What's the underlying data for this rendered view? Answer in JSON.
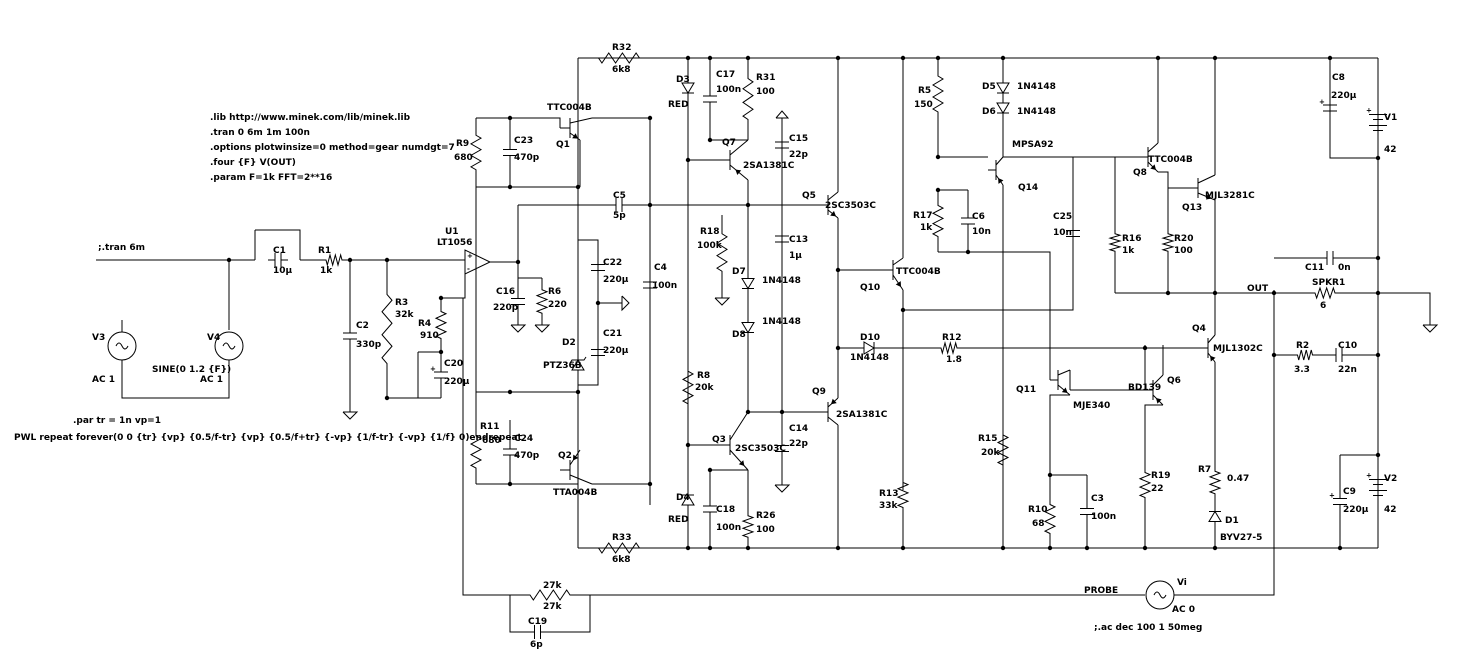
{
  "directives": {
    "lib": ".lib http://www.minek.com/lib/minek.lib",
    "tran": ".tran 0 6m 1m 100n",
    "options": ".options plotwinsize=0 method=gear numdgt=7",
    "four": ".four {F} V(OUT)",
    "param": ".param F=1k FFT=2**16",
    "tran_comment": ";.tran 6m",
    "par_tr": ".par tr = 1n  vp=1",
    "pwl": "PWL repeat forever(0 0 {tr} {vp} {0.5/f-tr} {vp} {0.5/f+tr} {-vp} {1/f-tr} {-vp} {1/f} 0)endrepeat",
    "ac_comment": ";.ac dec 100 1 50meg"
  },
  "nets": {
    "out": "OUT",
    "probe": "PROBE"
  },
  "components": {
    "R32": {
      "ref": "R32",
      "val": "6k8"
    },
    "D3": {
      "ref": "D3",
      "val": "RED"
    },
    "C17": {
      "ref": "C17",
      "val": "100n"
    },
    "R31": {
      "ref": "R31",
      "val": "100"
    },
    "Q1": {
      "ref": "Q1",
      "val": "TTC004B"
    },
    "R9": {
      "ref": "R9",
      "val": "680"
    },
    "C23": {
      "ref": "C23",
      "val": "470p"
    },
    "Q7": {
      "ref": "Q7",
      "val": "2SA1381C"
    },
    "C15": {
      "ref": "C15",
      "val": "22p"
    },
    "C5": {
      "ref": "C5",
      "val": "5p"
    },
    "Q5": {
      "ref": "Q5",
      "val": "2SC3503C"
    },
    "R18": {
      "ref": "R18",
      "val": "100k"
    },
    "C13": {
      "ref": "C13",
      "val": "1µ"
    },
    "D7": {
      "ref": "D7",
      "val": "1N4148"
    },
    "D8": {
      "ref": "D8",
      "val": "1N4148"
    },
    "C22": {
      "ref": "C22",
      "val": "220µ"
    },
    "C21": {
      "ref": "C21",
      "val": "220µ"
    },
    "C4": {
      "ref": "C4",
      "val": "100n"
    },
    "D2": {
      "ref": "D2",
      "val": "PTZ36B"
    },
    "R8": {
      "ref": "R8",
      "val": "20k"
    },
    "Q3": {
      "ref": "Q3",
      "val": "2SC3503C"
    },
    "C14": {
      "ref": "C14",
      "val": "22p"
    },
    "Q9": {
      "ref": "Q9",
      "val": "2SA1381C"
    },
    "Q2": {
      "ref": "Q2",
      "val": "TTA004B"
    },
    "R11": {
      "ref": "R11",
      "val": "680"
    },
    "C24": {
      "ref": "C24",
      "val": "470p"
    },
    "D4": {
      "ref": "D4",
      "val": "RED"
    },
    "C18": {
      "ref": "C18",
      "val": "100n"
    },
    "R26": {
      "ref": "R26",
      "val": "100"
    },
    "R33": {
      "ref": "R33",
      "val": "6k8"
    },
    "U1": {
      "ref": "U1",
      "val": "LT1056"
    },
    "C16": {
      "ref": "C16",
      "val": "220p"
    },
    "R6": {
      "ref": "R6",
      "val": "220"
    },
    "C1": {
      "ref": "C1",
      "val": "10µ"
    },
    "R1": {
      "ref": "R1",
      "val": "1k"
    },
    "R3": {
      "ref": "R3",
      "val": "32k"
    },
    "C2": {
      "ref": "C2",
      "val": "330p"
    },
    "R4": {
      "ref": "R4",
      "val": "910"
    },
    "C20": {
      "ref": "C20",
      "val": "220µ"
    },
    "V3": {
      "ref": "V3",
      "val": "AC 1"
    },
    "V4": {
      "ref": "V4",
      "val": "AC 1",
      "val2": "SINE(0 1.2 {F})"
    },
    "R5": {
      "ref": "R5",
      "val": "150"
    },
    "D5": {
      "ref": "D5",
      "val": "1N4148"
    },
    "D6": {
      "ref": "D6",
      "val": "1N4148"
    },
    "Q14": {
      "ref": "Q14",
      "val": "MPSA92"
    },
    "R17": {
      "ref": "R17",
      "val": "1k"
    },
    "C6": {
      "ref": "C6",
      "val": "10n"
    },
    "C25": {
      "ref": "C25",
      "val": "10n"
    },
    "Q10": {
      "ref": "Q10",
      "val": "TTC004B"
    },
    "D10": {
      "ref": "D10",
      "val": "1N4148"
    },
    "R12": {
      "ref": "R12",
      "val": "1.8"
    },
    "R13": {
      "ref": "R13",
      "val": "33k"
    },
    "R15": {
      "ref": "R15",
      "val": "20k"
    },
    "Q11": {
      "ref": "Q11",
      "val": "MJE340"
    },
    "Q6": {
      "ref": "Q6",
      "val": "BD139"
    },
    "R10": {
      "ref": "R10",
      "val": "68"
    },
    "C3": {
      "ref": "C3",
      "val": "100n"
    },
    "R19": {
      "ref": "R19",
      "val": "22"
    },
    "Q8": {
      "ref": "Q8",
      "val": "TTC004B"
    },
    "Q13": {
      "ref": "Q13",
      "val": "MJL3281C"
    },
    "R16": {
      "ref": "R16",
      "val": "1k"
    },
    "R20": {
      "ref": "R20",
      "val": "100"
    },
    "Q4": {
      "ref": "Q4",
      "val": "MJL1302C"
    },
    "R7": {
      "ref": "R7",
      "val": "0.47"
    },
    "D1": {
      "ref": "D1",
      "val": "BYV27-5"
    },
    "C8": {
      "ref": "C8",
      "val": "220µ"
    },
    "V1": {
      "ref": "V1",
      "val": "42"
    },
    "C9": {
      "ref": "C9",
      "val": "220µ"
    },
    "V2": {
      "ref": "V2",
      "val": "42"
    },
    "C11": {
      "ref": "C11",
      "val": "0n"
    },
    "SPKR1": {
      "ref": "SPKR1",
      "val": "6"
    },
    "R2": {
      "ref": "R2",
      "val": "3.3"
    },
    "C10": {
      "ref": "C10",
      "val": "22n"
    },
    "R27": {
      "ref": "27k",
      "val": "27k"
    },
    "C19": {
      "ref": "C19",
      "val": "6p"
    },
    "Vi": {
      "ref": "Vi",
      "val": "AC 0"
    }
  }
}
